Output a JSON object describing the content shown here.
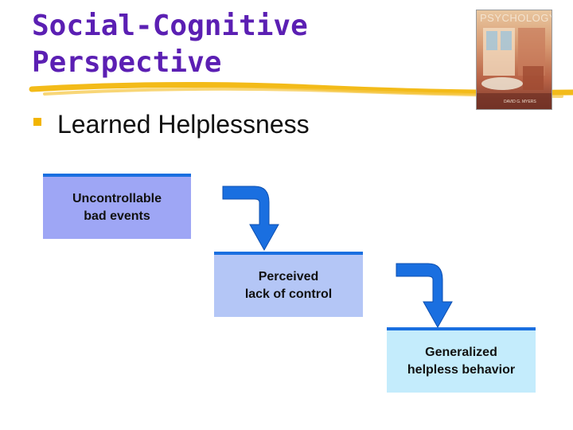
{
  "title": {
    "line1": "Social-Cognitive",
    "line2": "Perspective"
  },
  "book_cover": {
    "title": "PSYCHOLOGY",
    "author": "DAVID G. MYERS"
  },
  "bullet": {
    "text": "Learned Helplessness"
  },
  "flow": {
    "step1": "Uncontrollable\nbad events",
    "step2": "Perceived\nlack of control",
    "step3": "Generalized\nhelpless behavior"
  },
  "colors": {
    "title": "#5b1fb3",
    "accent_underline": "#f2b400",
    "box_border": "#1a6fe0",
    "arrow": "#1a6fe0"
  }
}
